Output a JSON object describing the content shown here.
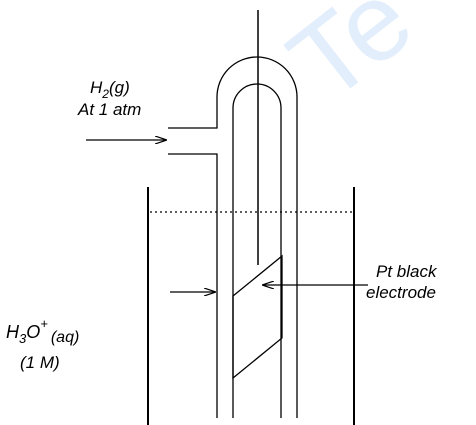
{
  "watermark": {
    "text": "Te"
  },
  "labels": {
    "gas": {
      "species": "H",
      "subscript": "2",
      "state": "(g)"
    },
    "pressure": "At 1 atm",
    "ion": {
      "species": "H",
      "sub": "3",
      "mid": "O",
      "sup": "+",
      "state": "(aq)"
    },
    "concentration": "(1 M)",
    "electrode_line1": "Pt black",
    "electrode_line2": "electrode"
  },
  "colors": {
    "ink": "#000000",
    "watermark": "#e3eefc"
  }
}
